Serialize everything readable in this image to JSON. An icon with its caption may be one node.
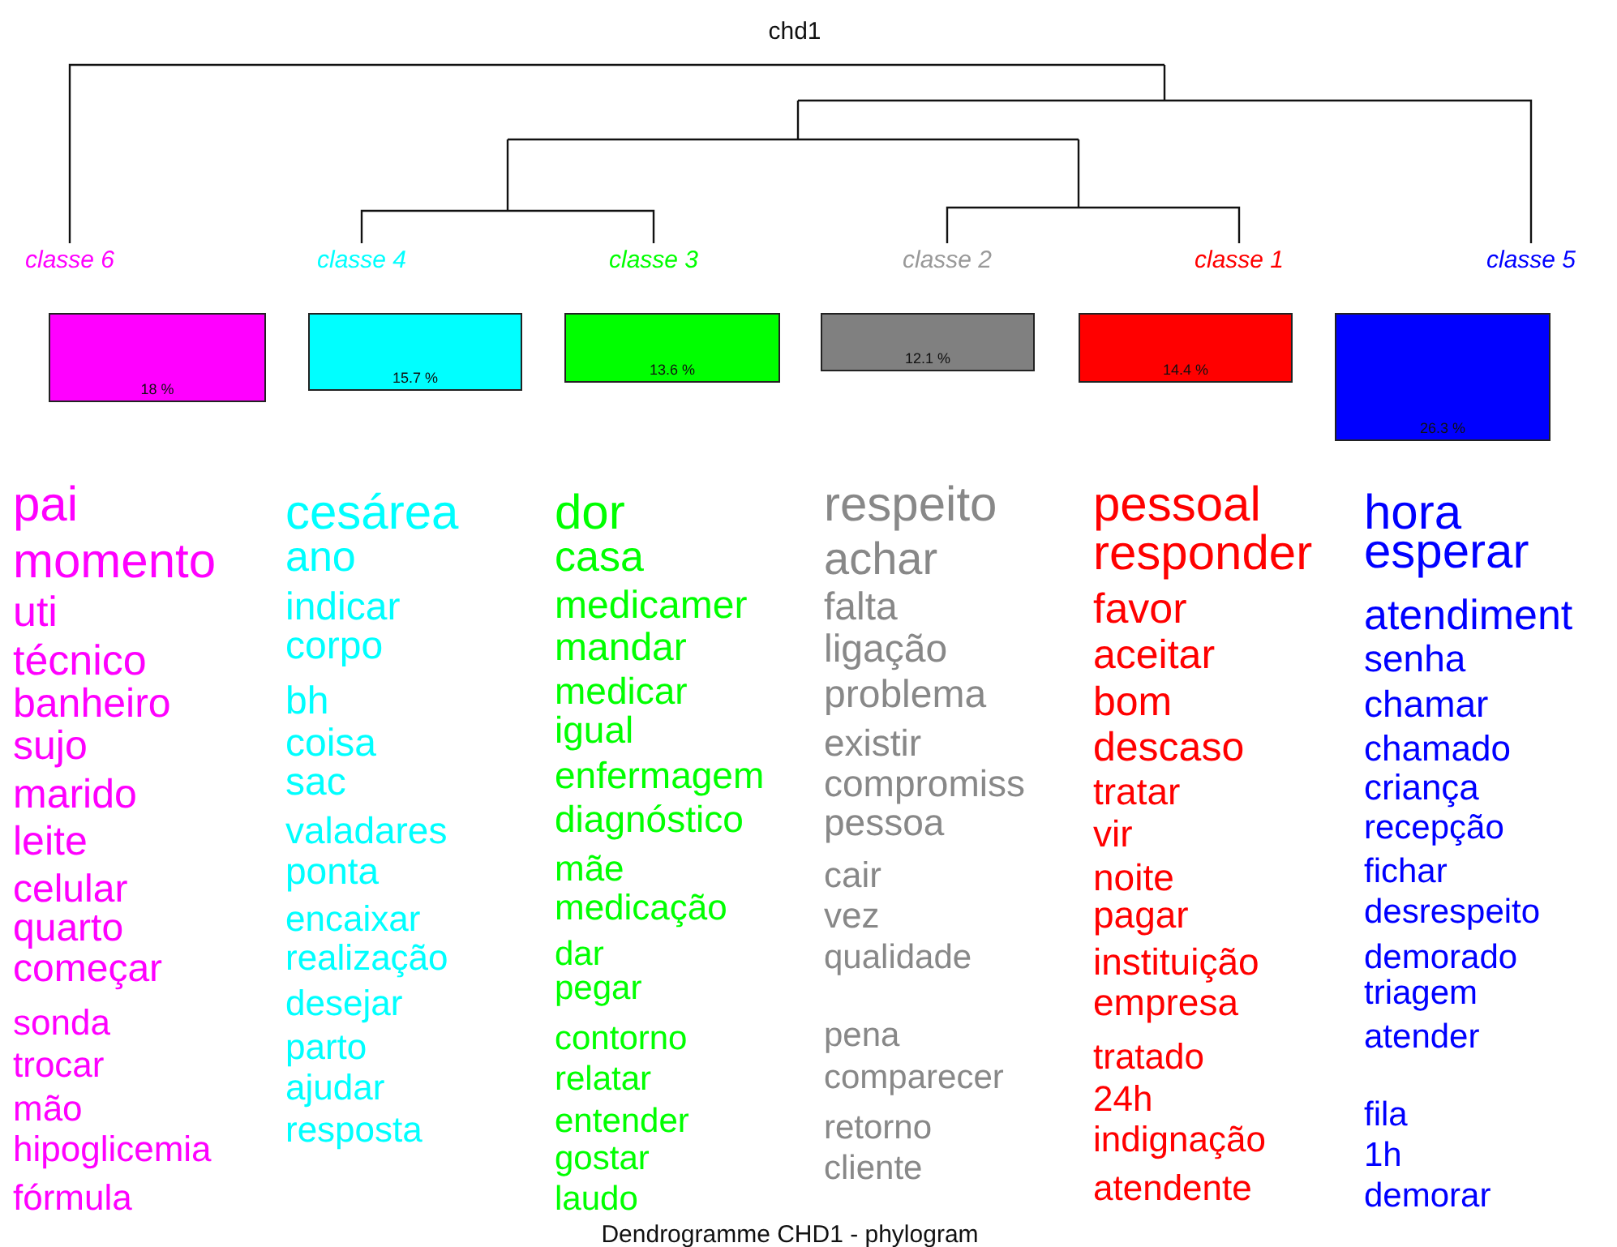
{
  "diagram": {
    "caption": "Dendrogramme CHD1 - phylogram",
    "nodes": [
      {
        "text": [
          "18 %"
        ]
      },
      {
        "text": [
          "15.7 %"
        ]
      },
      {
        "text": [
          "13.6 %"
        ]
      },
      {
        "text": [
          "12.1 %"
        ]
      },
      {
        "text": [
          "14.4 %"
        ]
      },
      {
        "text": [
          "26.3 %"
        ]
      }
    ],
    "labels": [
      "chd1",
      "classe  6",
      "classe  4",
      "classe  3",
      "classe  2",
      "classe  1",
      "classe  5",
      "pai",
      "momento",
      "uti",
      "técnico",
      "banheiro",
      "sujo",
      "marido",
      "leite",
      "celular",
      "quarto",
      "começar",
      "sonda",
      "trocar",
      "mão",
      "hipoglicemia",
      "fórmula",
      "cesárea",
      "ano",
      "indicar",
      "corpo",
      "bh",
      "coisa",
      "sac",
      "valadares",
      "ponta",
      "encaixar",
      "realização",
      "desejar",
      "parto",
      "ajudar",
      "resposta",
      "dor",
      "casa",
      "medicamer",
      "mandar",
      "medicar",
      "igual",
      "enfermagem",
      "diagnóstico",
      "mãe",
      "medicação",
      "dar",
      "pegar",
      "contorno",
      "relatar",
      "entender",
      "gostar",
      "laudo",
      "respeito",
      "achar",
      "falta",
      "ligação",
      "problema",
      "existir",
      "compromiss",
      "pessoa",
      "cair",
      "vez",
      "qualidade",
      "pena",
      "comparecer",
      "retorno",
      "cliente",
      "pessoal",
      "responder",
      "favor",
      "aceitar",
      "bom",
      "descaso",
      "tratar",
      "vir",
      "noite",
      "pagar",
      "instituição",
      "empresa",
      "tratado",
      "24h",
      "indignação",
      "atendente",
      "hora",
      "esperar",
      "atendiment",
      "senha",
      "chamar",
      "chamado",
      "criança",
      "recepção",
      "fichar",
      "desrespeito",
      "demorado",
      "triagem",
      "atender",
      "fila",
      "1h",
      "demorar"
    ]
  }
}
